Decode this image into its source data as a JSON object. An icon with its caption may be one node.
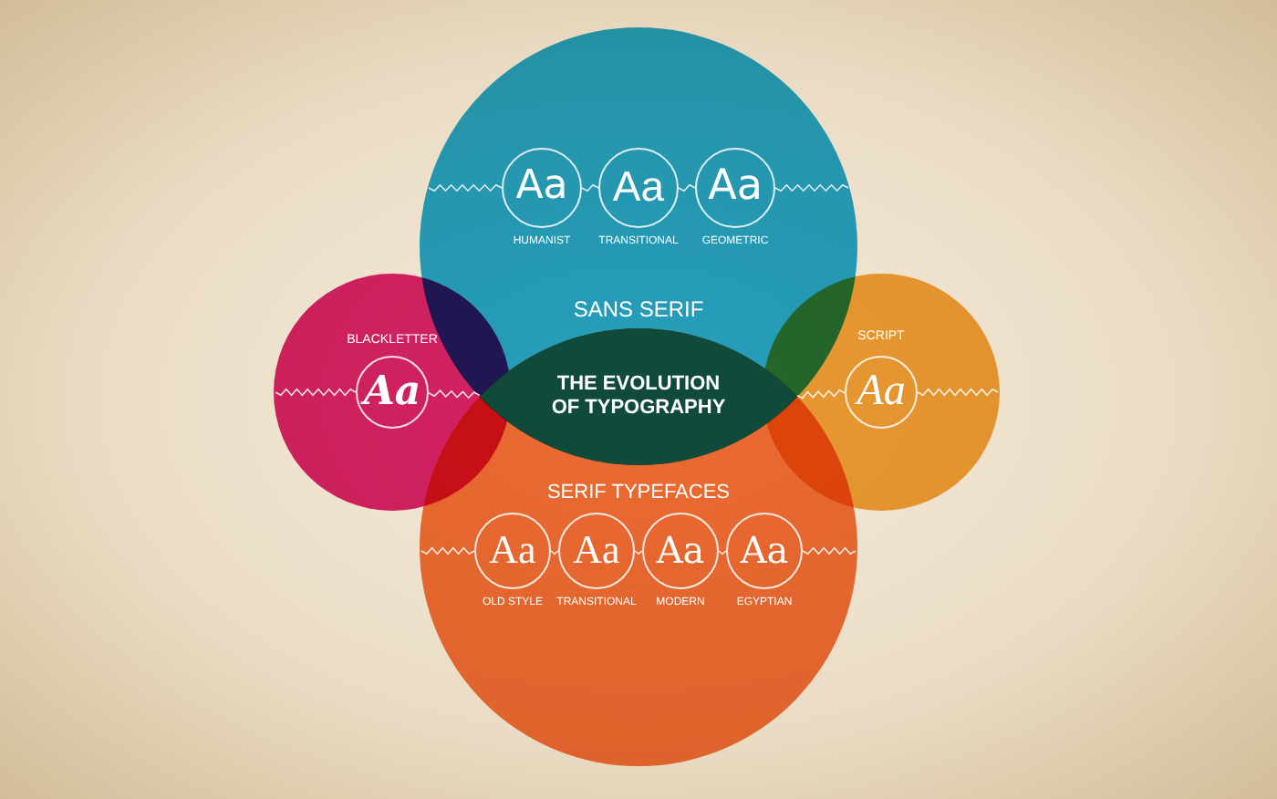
{
  "diagram": {
    "nodes": [
      {
        "text": [
          "SANS SERIF"
        ]
      },
      {
        "text": [
          "Aa"
        ],
        "in": 0,
        "beside": [
          "HUMANIST"
        ]
      },
      {
        "text": [
          "Aa"
        ],
        "in": 0,
        "beside": [
          "TRANSITIONAL"
        ]
      },
      {
        "text": [
          "Aa"
        ],
        "in": 0,
        "beside": [
          "GEOMETRIC"
        ]
      },
      {
        "text": [
          "BLACKLETTER"
        ]
      },
      {
        "text": [
          "Aa"
        ],
        "in": 4
      },
      {
        "text": [
          "SCRIPT"
        ]
      },
      {
        "text": [
          "Aa"
        ],
        "in": 6
      },
      {
        "text": [
          "SERIF TYPEFACES"
        ]
      },
      {
        "text": [
          "Aa"
        ],
        "in": 8,
        "beside": [
          "OLD STYLE"
        ]
      },
      {
        "text": [
          "Aa"
        ],
        "in": 8,
        "beside": [
          "TRANSITIONAL"
        ]
      },
      {
        "text": [
          "Aa"
        ],
        "in": 8,
        "beside": [
          "MODERN"
        ]
      },
      {
        "text": [
          "Aa"
        ],
        "in": 8,
        "beside": [
          "EGYPTIAN"
        ]
      },
      {
        "text": [
          "THE EVOLUTION OF TYPOGRAPHY"
        ]
      }
    ],
    "edges": [
      {
        "from": null,
        "to": 1,
        "arrow": "none"
      },
      {
        "from": 1,
        "to": 2,
        "arrow": "none"
      },
      {
        "from": 2,
        "to": 3,
        "arrow": "none"
      },
      {
        "from": 3,
        "to": null,
        "arrow": "none"
      },
      {
        "from": null,
        "to": 5,
        "arrow": "none"
      },
      {
        "from": 5,
        "to": 13,
        "arrow": "none"
      },
      {
        "from": 13,
        "to": 7,
        "arrow": "none"
      },
      {
        "from": 7,
        "to": null,
        "arrow": "none"
      },
      {
        "from": null,
        "to": 9,
        "arrow": "none"
      },
      {
        "from": 9,
        "to": 10,
        "arrow": "none"
      },
      {
        "from": 10,
        "to": 11,
        "arrow": "none"
      },
      {
        "from": 11,
        "to": 12,
        "arrow": "none"
      },
      {
        "from": 12,
        "to": null,
        "arrow": "none"
      }
    ]
  }
}
